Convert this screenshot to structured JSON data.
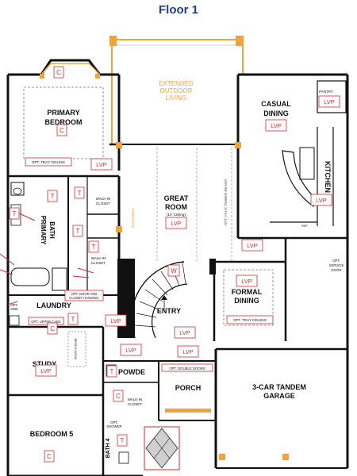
{
  "title": "Floor 1",
  "rooms": {
    "extended_outdoor": [
      "EXTENDED",
      "OUTDOOR",
      "LIVING"
    ],
    "primary_bedroom": [
      "PRIMARY",
      "BEDROOM"
    ],
    "casual_dining": [
      "CASUAL",
      "DINING"
    ],
    "kitchen": "KITCHEN",
    "great_room": [
      "GREAT",
      "ROOM"
    ],
    "ceiling_note": "(14' Ceiling)",
    "primary_bath": [
      "PRIMARY",
      "BATH"
    ],
    "formal_dining": [
      "FORMAL",
      "DINING"
    ],
    "entry": "ENTRY",
    "laundry": "LAUNDRY",
    "study": "STUDY",
    "powder": "POWDE",
    "porch": "PORCH",
    "garage": [
      "3-CAR TANDEM",
      "GARAGE"
    ],
    "bedroom5": "BEDROOM 5",
    "bath4": "BATH 4"
  },
  "notes": {
    "opt_tray_primary": "OPT. TRAY CEILING",
    "opt_tray_formal": "OPT. TRAY CEILING",
    "walkin_closet_1": [
      "WALK-IN",
      "CLOSET"
    ],
    "walkin_closet_2": [
      "WALK-IN",
      "CLOSET"
    ],
    "walkin_closet_3": [
      "WALK-IN",
      "CLOSET"
    ],
    "opt_door_closet": [
      "OPT. DOOR AND",
      "CLOSET HANGING"
    ],
    "opt_sink": [
      "OPT.",
      "SINK"
    ],
    "opt_upper_cabs": "OPT. UPPER CABS",
    "opt_faux_timber": "OPT. FAUX TIMBER BEAMS",
    "pantry": "PANTRY",
    "opt_service_door": [
      "OPT.",
      "SERVICE",
      "DOOR"
    ],
    "opt_double_doors": "OPT. DOUBLE DOORS",
    "opt_shower": [
      "OPT.",
      "SHOWER"
    ],
    "bench_nook": "BENCH NOOK",
    "fireplace": "FIREPLACE",
    "ref": "REF"
  },
  "tags": {
    "lvp": "LVP",
    "carpet": "C",
    "tile": "T",
    "wood": "W"
  },
  "colors": {
    "title": "#1f3d8a",
    "wall": "#111111",
    "tag": "#d42b2b",
    "outdoor": "#f0a33a",
    "dashed": "#777777"
  }
}
